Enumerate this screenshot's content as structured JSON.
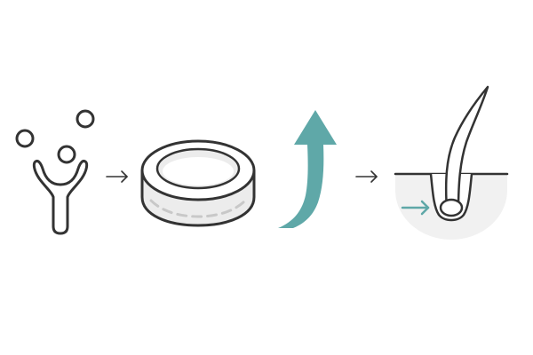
{
  "diagram": {
    "steps": [
      {
        "id": "receptor-with-molecules",
        "icon": "receptor-binding-icon"
      },
      {
        "id": "enzyme-disc",
        "icon": "tablet-disc-icon"
      },
      {
        "id": "increase",
        "icon": "curved-up-arrow-icon"
      },
      {
        "id": "hair-follicle",
        "icon": "hair-follicle-icon"
      }
    ],
    "connectors": [
      "arrow-right-icon",
      "arrow-right-icon"
    ],
    "colors": {
      "outline": "#333333",
      "accent": "#5fa8a8",
      "skin": "#f1f1f1",
      "disc_inner": "#ececec",
      "disc_dash": "#c8c8c8",
      "background": "#ffffff"
    }
  }
}
